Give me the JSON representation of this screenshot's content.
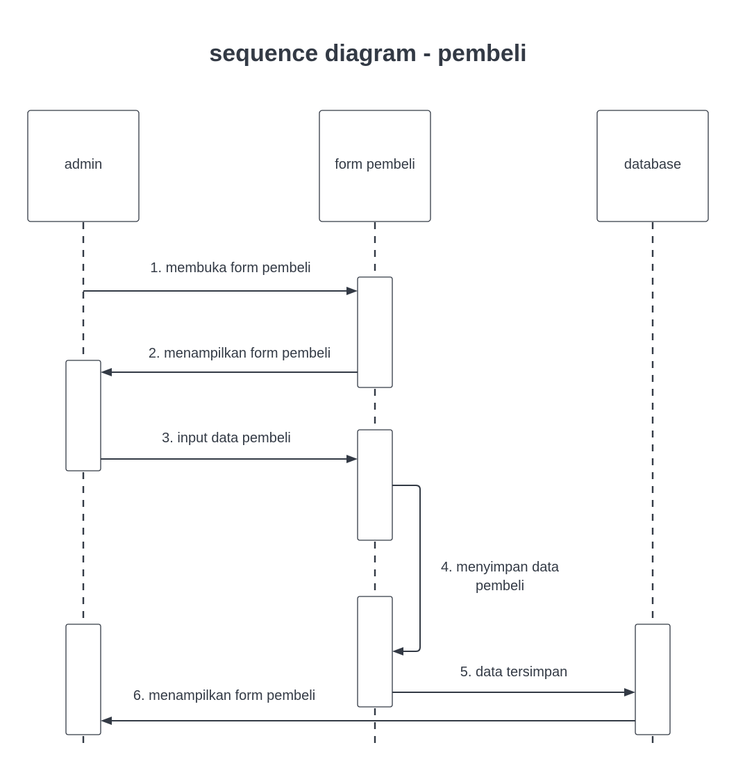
{
  "title": "sequence diagram - pembeli",
  "participants": [
    {
      "id": "admin",
      "label": "admin"
    },
    {
      "id": "form",
      "label": "form pembeli"
    },
    {
      "id": "database",
      "label": "database"
    }
  ],
  "messages": [
    {
      "label": "1. membuka form pembeli",
      "from": "admin",
      "to": "form"
    },
    {
      "label": "2. menampilkan form pembeli",
      "from": "form",
      "to": "admin"
    },
    {
      "label": "3. input data pembeli",
      "from": "admin",
      "to": "form"
    },
    {
      "label_lines": [
        "4. menyimpan data",
        "pembeli"
      ],
      "from": "form",
      "to": "form"
    },
    {
      "label": "5. data tersimpan",
      "from": "form",
      "to": "database"
    },
    {
      "label": "6. menampilkan form pembeli",
      "from": "database",
      "to": "admin"
    }
  ]
}
